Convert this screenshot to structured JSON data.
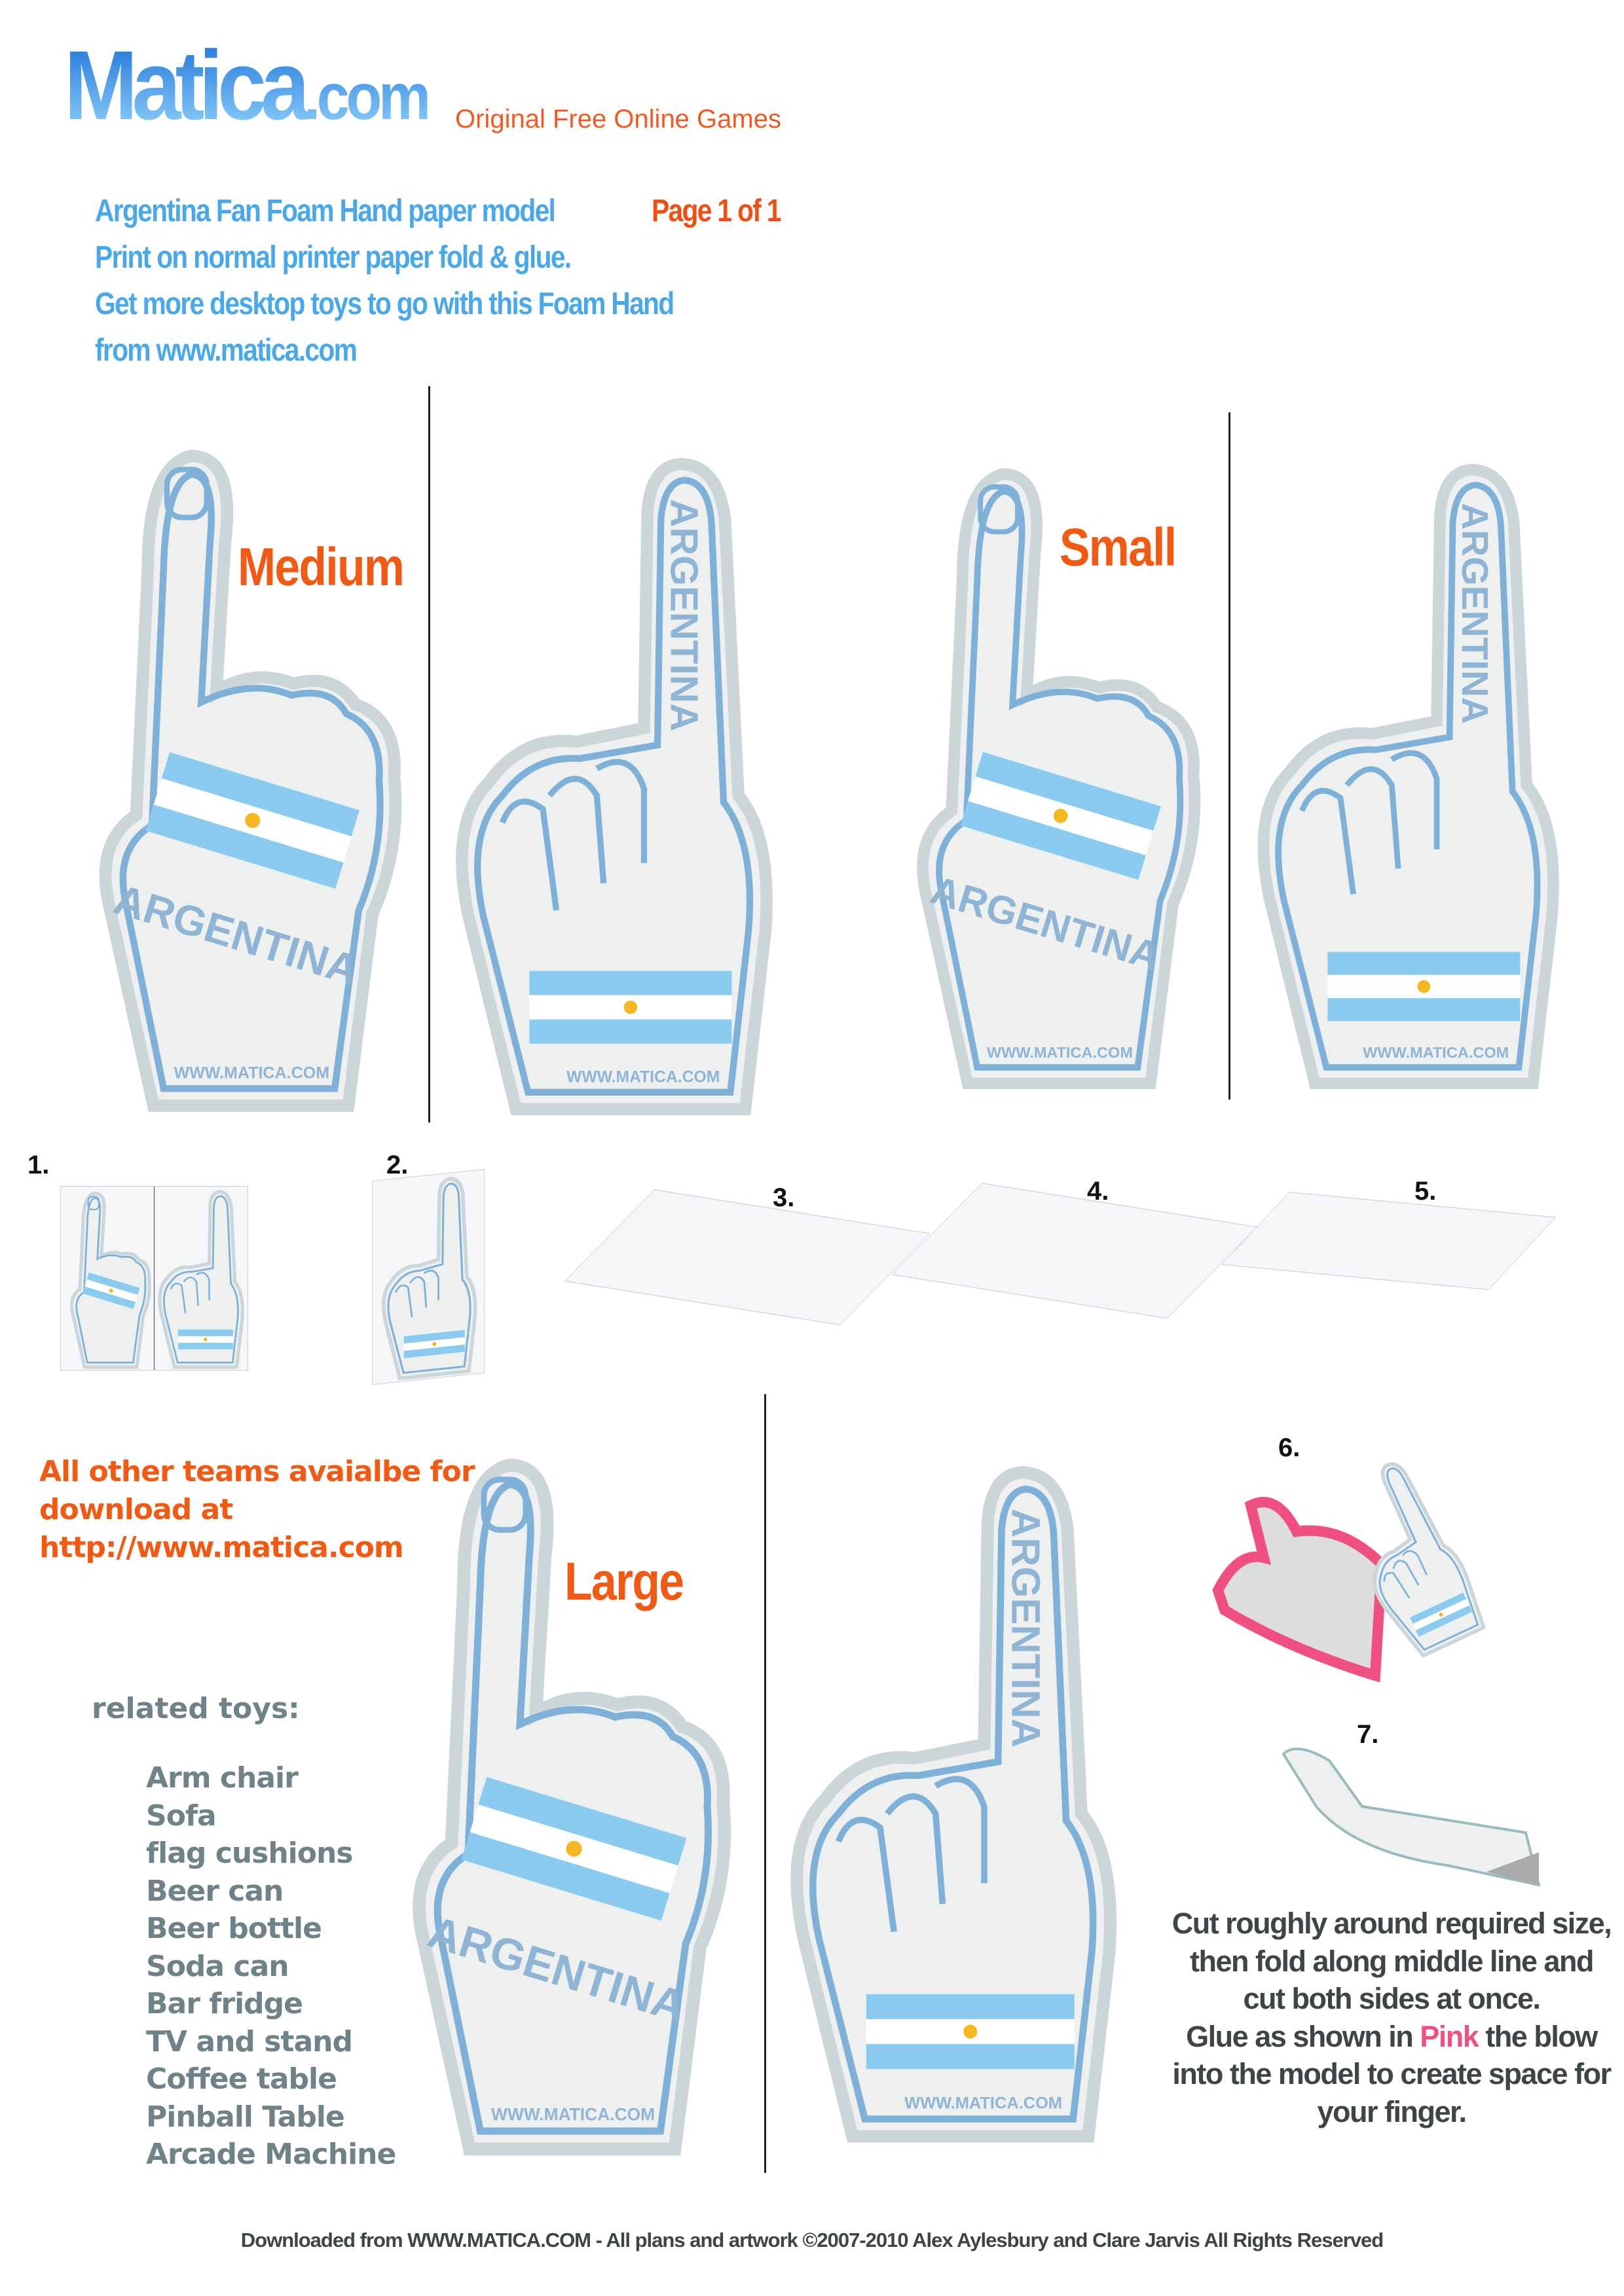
{
  "logo": {
    "main": "Matica",
    "suffix": ".com"
  },
  "tagline": "Original Free Online Games",
  "header": {
    "line1": "Argentina Fan Foam Hand paper model",
    "page": "Page 1 of 1",
    "line2": "Print on normal printer paper fold & glue.",
    "line3": "Get more desktop toys to go with this Foam Hand",
    "line4": "from www.matica.com"
  },
  "hand_text": {
    "country": "ARGENTINA",
    "site": "WWW.MATICA.COM"
  },
  "sizes": {
    "medium": "Medium",
    "small": "Small",
    "large": "Large"
  },
  "steps": [
    "1.",
    "2.",
    "3.",
    "4.",
    "5.",
    "6.",
    "7."
  ],
  "teams_note": [
    "All other teams avaialbe for",
    "download at",
    "http://www.matica.com"
  ],
  "related": {
    "title": "related toys:",
    "items": [
      "Arm chair",
      "Sofa",
      "flag cushions",
      "Beer can",
      "Beer bottle",
      "Soda can",
      "Bar fridge",
      "TV and stand",
      "Coffee table",
      "Pinball Table",
      "Arcade Machine"
    ]
  },
  "instructions": {
    "l1": "Cut roughly around required size,",
    "l2": "then fold along middle line and",
    "l3": "cut both sides at once.",
    "l4a": "Glue as shown in",
    "l4pink": "Pink",
    "l4b": "the blow",
    "l5": "into the model to create space for",
    "l6": "your finger."
  },
  "footer": "Downloaded from WWW.MATICA.COM - All plans and artwork ©2007-2010 Alex Aylesbury and Clare Jarvis All Rights Reserved",
  "colors": {
    "blue": "#4aa8e8",
    "orange": "#f05a14",
    "pink": "#f0507f",
    "text": "#3d4547",
    "flag": "#8ccbf0"
  }
}
